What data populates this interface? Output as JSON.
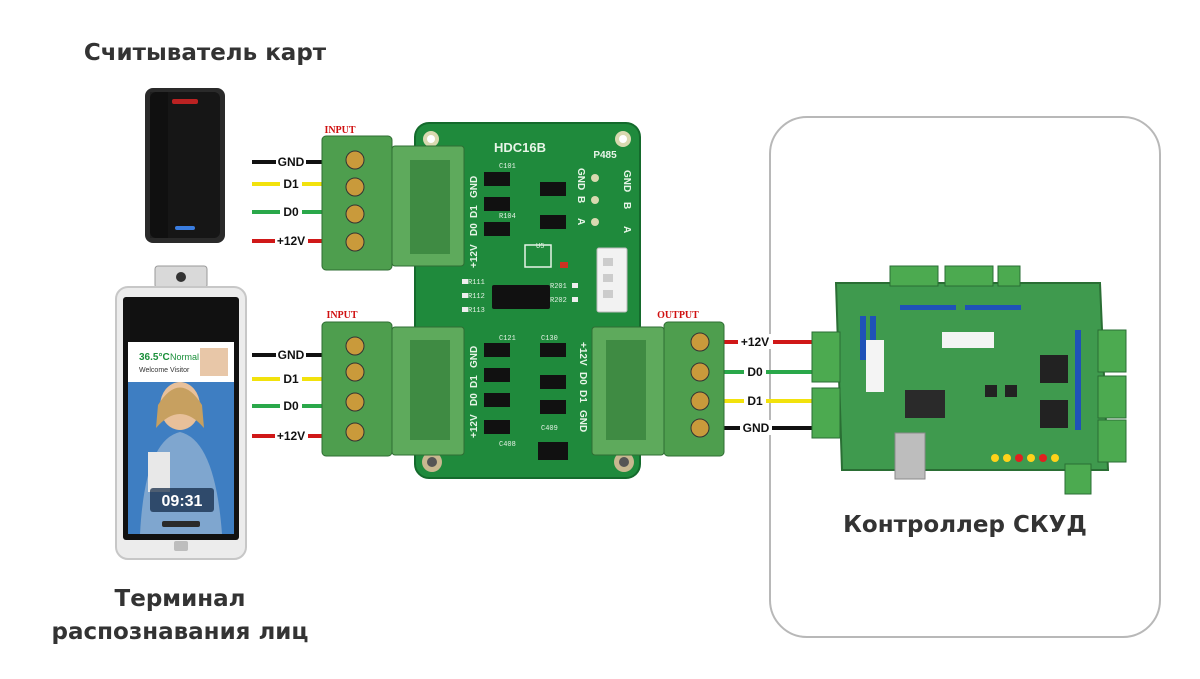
{
  "captions": {
    "card_reader": "Считыватель карт",
    "controller": "Контроллер СКУД",
    "terminal_line1": "Терминал",
    "terminal_line2": "распознавания лиц"
  },
  "board": {
    "model": "HDC16B",
    "input_label_top": "INPUT",
    "input_label_bottom": "INPUT",
    "output_label": "OUTPUT",
    "rs485_label": "P485",
    "rs485_pins": [
      "GND",
      "B",
      "A"
    ],
    "input_pins": [
      "+12V",
      "D0",
      "D1",
      "GND"
    ],
    "output_pins": [
      "+12V",
      "D0",
      "D1",
      "GND"
    ]
  },
  "wiring": {
    "reader": [
      "GND",
      "D1",
      "D0",
      "+12V"
    ],
    "terminal": [
      "GND",
      "D1",
      "D0",
      "+12V"
    ],
    "controller": [
      "+12V",
      "D0",
      "D1",
      "GND"
    ]
  },
  "terminal_screen": {
    "temperature": "36.5°C",
    "status": "Normal",
    "name": "Welcome Visitor",
    "clock": "09:31"
  },
  "colors": {
    "pcb_green": "#1f8a3c",
    "terminal_green": "#3f9a4e",
    "wire_gnd": "#111111",
    "wire_d1": "#f2e20c",
    "wire_d0": "#2aa84a",
    "wire_12v": "#d01818"
  }
}
